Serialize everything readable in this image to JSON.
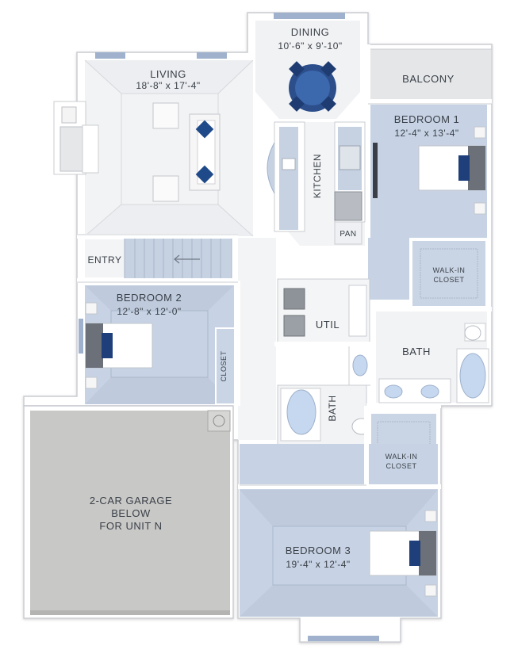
{
  "rooms": {
    "living": {
      "name": "LIVING",
      "dims": "18'-8\" x 17'-4\""
    },
    "dining": {
      "name": "DINING",
      "dims": "10'-6\" x 9'-10\""
    },
    "balcony": {
      "name": "BALCONY"
    },
    "bedroom1": {
      "name": "BEDROOM 1",
      "dims": "12'-4\" x 13'-4\""
    },
    "kitchen": {
      "name": "KITCHEN"
    },
    "pantry": {
      "name": "PAN"
    },
    "entry": {
      "name": "ENTRY"
    },
    "walkin1": {
      "line1": "WALK-IN",
      "line2": "CLOSET"
    },
    "bedroom2": {
      "name": "BEDROOM 2",
      "dims": "12'-8\" x 12'-0\""
    },
    "util": {
      "name": "UTIL"
    },
    "bath1": {
      "name": "BATH"
    },
    "closet2": {
      "name": "CLOSET"
    },
    "bath2": {
      "name": "BATH"
    },
    "garage": {
      "line1": "2-CAR GARAGE",
      "line2": "BELOW",
      "line3": "FOR UNIT N"
    },
    "walkin3": {
      "line1": "WALK-IN",
      "line2": "CLOSET"
    },
    "bedroom3": {
      "name": "BEDROOM 3",
      "dims": "19'-4\" x 12'-4\""
    }
  },
  "colors": {
    "wall": "#ffffff",
    "wall_edge": "#c9ccd1",
    "floor_light": "#f1f2f4",
    "carpet_blue": "#c3cfe0",
    "garage_grey": "#c8c8c6",
    "accent_navy": "#1f3f7a"
  }
}
